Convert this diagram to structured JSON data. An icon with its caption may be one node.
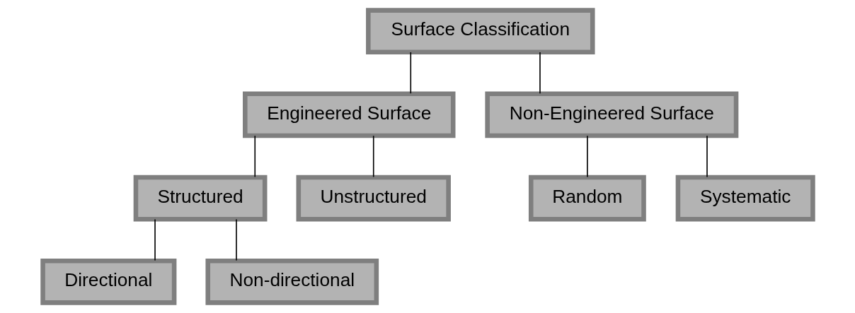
{
  "diagram": {
    "nodes": [
      {
        "text": [
          "Surface Classification"
        ]
      },
      {
        "text": [
          "Engineered Surface"
        ]
      },
      {
        "text": [
          "Non-Engineered Surface"
        ]
      },
      {
        "text": [
          "Structured"
        ]
      },
      {
        "text": [
          "Unstructured"
        ]
      },
      {
        "text": [
          "Random"
        ]
      },
      {
        "text": [
          "Systematic"
        ]
      },
      {
        "text": [
          "Directional"
        ]
      },
      {
        "text": [
          "Non-directional"
        ]
      }
    ],
    "edges": [
      {
        "from": 0,
        "to": 1,
        "arrow": "none"
      },
      {
        "from": 0,
        "to": 2,
        "arrow": "none"
      },
      {
        "from": 1,
        "to": 3,
        "arrow": "none"
      },
      {
        "from": 1,
        "to": 4,
        "arrow": "none"
      },
      {
        "from": 2,
        "to": 5,
        "arrow": "none"
      },
      {
        "from": 2,
        "to": 6,
        "arrow": "none"
      },
      {
        "from": 3,
        "to": 7,
        "arrow": "none"
      },
      {
        "from": 3,
        "to": 8,
        "arrow": "none"
      }
    ]
  }
}
